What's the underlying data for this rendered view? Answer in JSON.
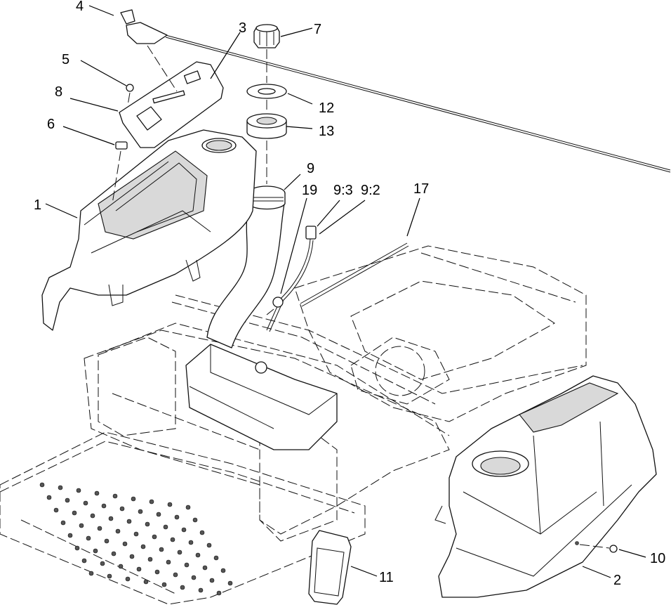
{
  "callouts": [
    {
      "id": "c1",
      "label": "1"
    },
    {
      "id": "c2",
      "label": "2"
    },
    {
      "id": "c3",
      "label": "3"
    },
    {
      "id": "c4",
      "label": "4"
    },
    {
      "id": "c5",
      "label": "5"
    },
    {
      "id": "c6",
      "label": "6"
    },
    {
      "id": "c7",
      "label": "7"
    },
    {
      "id": "c8",
      "label": "8"
    },
    {
      "id": "c9",
      "label": "9"
    },
    {
      "id": "c9-3",
      "label": "9:3"
    },
    {
      "id": "c9-2",
      "label": "9:2"
    },
    {
      "id": "c10",
      "label": "10"
    },
    {
      "id": "c11",
      "label": "11"
    },
    {
      "id": "c12",
      "label": "12"
    },
    {
      "id": "c13",
      "label": "13"
    },
    {
      "id": "c17",
      "label": "17"
    },
    {
      "id": "c19",
      "label": "19"
    }
  ]
}
